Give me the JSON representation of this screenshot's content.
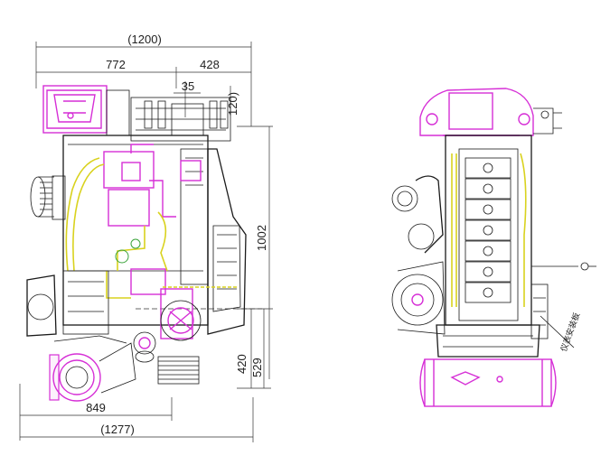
{
  "dimensions": {
    "top_overall": "(1200)",
    "top_left": "772",
    "top_right": "428",
    "small_35": "35",
    "small_120": "120)",
    "height_right": "1002",
    "height_lower": "420",
    "height_bottom": "529",
    "bottom_width": "849",
    "bottom_overall": "(1277)"
  },
  "annotations": {
    "instrument_panel": "仪表安装板"
  },
  "colors": {
    "outline": "#1a1a1a",
    "highlight": "#d62fd6",
    "piping": "#d9d21e",
    "accent": "#3aa33a"
  }
}
